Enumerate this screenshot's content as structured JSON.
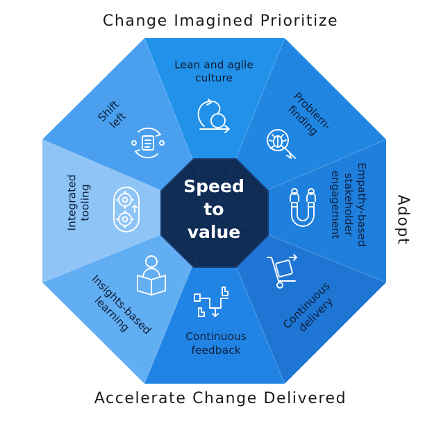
{
  "headings": {
    "top": "Change Imagined Prioritize",
    "right": "Adopt",
    "bottom": "Accelerate Change Delivered"
  },
  "center": {
    "lines": [
      "Speed",
      "to",
      "value"
    ]
  },
  "segments": [
    {
      "id": "lean",
      "lines": [
        "Lean and agile",
        "culture"
      ],
      "icon": "loop-arrow-icon"
    },
    {
      "id": "problem",
      "lines": [
        "Problem-",
        "finding"
      ],
      "icon": "bug-magnifier-icon"
    },
    {
      "id": "empathy",
      "lines": [
        "Empathy-based",
        "stakeholder",
        "engagement"
      ],
      "icon": "magnet-people-icon"
    },
    {
      "id": "delivery",
      "lines": [
        "Continuous",
        "delivery"
      ],
      "icon": "hand-truck-icon"
    },
    {
      "id": "feedback",
      "lines": [
        "Continuous",
        "feedback"
      ],
      "icon": "thumbs-flow-icon"
    },
    {
      "id": "insights",
      "lines": [
        "Insights-based",
        "learning"
      ],
      "icon": "reader-book-icon"
    },
    {
      "id": "tooling",
      "lines": [
        "Integrated",
        "tooling"
      ],
      "icon": "gears-icon"
    },
    {
      "id": "shift",
      "lines": [
        "Shift",
        "left"
      ],
      "icon": "cycle-clipboard-icon"
    }
  ],
  "colors": {
    "lean": "#2291ea",
    "problem": "#2186e2",
    "empathy": "#1f7fdc",
    "delivery": "#1e75d4",
    "feedback": "#2184e4",
    "insights": "#62aef2",
    "tooling": "#8ec4f6",
    "shift": "#4aa0ee",
    "center": "#0f2c55",
    "centerEdge": "#1a3c6c"
  }
}
